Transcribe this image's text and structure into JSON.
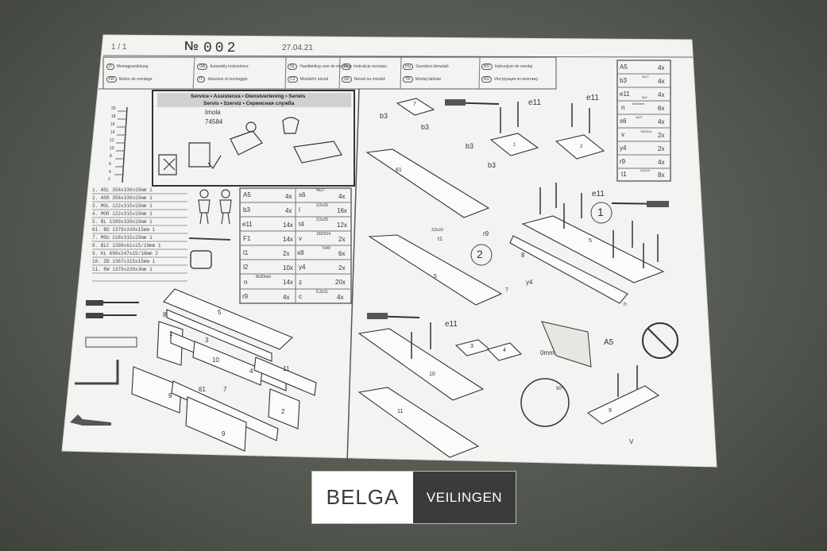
{
  "sheet": {
    "page_indicator": "1 / 1",
    "number_sign": "№",
    "doc_number": "002",
    "date": "27.04.21"
  },
  "languages": [
    {
      "code": "D",
      "label": "Montageanleitung"
    },
    {
      "code": "GB",
      "label": "Assembly instructions"
    },
    {
      "code": "NL",
      "label": "Handleiding voor de montage"
    },
    {
      "code": "PL",
      "label": "Instrukcje montażu"
    },
    {
      "code": "HU",
      "label": "Szerelési útmutató"
    },
    {
      "code": "RO",
      "label": "Instrucţiuni de montaj"
    },
    {
      "code": "FR",
      "label": "Notice de montage"
    },
    {
      "code": "IT",
      "label": "Istruzioni di montaggio"
    },
    {
      "code": "CZ",
      "label": "Montážní návod"
    },
    {
      "code": "SK",
      "label": "Návod na montáž"
    },
    {
      "code": "TR",
      "label": "Montaj talimatı"
    },
    {
      "code": "RU",
      "label": "Инструкция по монтажу"
    }
  ],
  "service_box": {
    "title_1": "Service • Assistenza • Dienstverlening • Serwis",
    "title_2": "Servis • Szerviz • Сервисная служба",
    "model": "Imola",
    "code": "74584"
  },
  "ruler_marks": [
    "20",
    "18",
    "16",
    "14",
    "12",
    "10",
    "8",
    "6",
    "4",
    "2"
  ],
  "parts_list": [
    {
      "no": "1.",
      "code": "ASL",
      "dims": "356x330x15mm",
      "qty": "1"
    },
    {
      "no": "2.",
      "code": "ASR",
      "dims": "356x330x15mm",
      "qty": "1"
    },
    {
      "no": "3.",
      "code": "MOL",
      "dims": "122x315x15mm",
      "qty": "1"
    },
    {
      "no": "4.",
      "code": "MOR",
      "dims": "122x315x15mm",
      "qty": "1"
    },
    {
      "no": "5.",
      "code": "BL",
      "dims": "1399x330x15mm",
      "qty": "1"
    },
    {
      "no": "61.",
      "code": "BO",
      "dims": "1379x330x15mm",
      "qty": "1"
    },
    {
      "no": "7.",
      "code": "MSU",
      "dims": "218x315x15mm",
      "qty": "1"
    },
    {
      "no": "8.",
      "code": "BLC",
      "dims": "1399x61x15/16mm",
      "qty": "1"
    },
    {
      "no": "9.",
      "code": "KL",
      "dims": "696x247x15/16mm",
      "qty": "2"
    },
    {
      "no": "10.",
      "code": "ZB",
      "dims": "1367x315x15mm",
      "qty": "1"
    },
    {
      "no": "11.",
      "code": "RW",
      "dims": "1379x239x3mm",
      "qty": "1"
    }
  ],
  "hardware_left": [
    {
      "code": "A5",
      "qty": "4x"
    },
    {
      "code": "s6",
      "size": "4x27",
      "qty": "4x"
    },
    {
      "code": "b3",
      "qty": "4x"
    },
    {
      "code": "l",
      "size": "3,5x15",
      "qty": "16x"
    },
    {
      "code": "e11",
      "qty": "14x"
    },
    {
      "code": "t4",
      "size": "3,5x25",
      "qty": "12x"
    },
    {
      "code": "F1",
      "qty": "14x"
    },
    {
      "code": "v",
      "size": "150/314",
      "qty": "2x"
    },
    {
      "code": "l1",
      "qty": "2x"
    },
    {
      "code": "x8",
      "size": "7x40",
      "qty": "6x"
    },
    {
      "code": "l2",
      "qty": "10x"
    },
    {
      "code": "y4",
      "qty": "2x"
    },
    {
      "code": "n",
      "size": "8x30mm",
      "qty": "14x"
    },
    {
      "code": "z",
      "qty": "20x"
    },
    {
      "code": "r9",
      "qty": "4x"
    },
    {
      "code": "c",
      "size": "6,3x11",
      "qty": "4x"
    }
  ],
  "hardware_right": [
    {
      "code": "A5",
      "qty": "4x"
    },
    {
      "code": "b3",
      "size": "4x27",
      "qty": "4x"
    },
    {
      "code": "e11",
      "size": "3x3",
      "qty": "4x"
    },
    {
      "code": "n",
      "size": "8x30mm",
      "qty": "6x"
    },
    {
      "code": "s6",
      "size": "4x27",
      "qty": "4x"
    },
    {
      "code": "v",
      "size": "150/314",
      "qty": "2x"
    },
    {
      "code": "y4",
      "qty": "2x"
    },
    {
      "code": "r9",
      "qty": "4x"
    },
    {
      "code": "t1",
      "size": "3,5x15",
      "qty": "8x"
    }
  ],
  "diagram_labels": {
    "panel_7": "7",
    "b3": "b3",
    "e11": "e11",
    "panel_61": "61",
    "step_1": "1",
    "step_2": "2",
    "panel_5": "5",
    "panel_8": "8",
    "l1_size": "3,5x15",
    "t1": "t1",
    "r9": "r9",
    "y4": "y4",
    "n": "n",
    "panel_3": "3",
    "panel_4": "4",
    "panel_10": "10",
    "panel_11": "11",
    "panel_9": "9",
    "a5": "A5",
    "omm": "0mm",
    "deg": "90°",
    "v": "V",
    "exploded": [
      "5",
      "8",
      "1",
      "3",
      "10",
      "4",
      "11",
      "7",
      "61",
      "2",
      "9",
      "9"
    ]
  },
  "watermark": {
    "brand_a": "BELGA",
    "brand_b": "VEILINGEN"
  },
  "colors": {
    "paper": "#f4f5f3",
    "ink": "#333333",
    "floor": "#4f544c",
    "badge_dark": "#3b3b3b"
  }
}
